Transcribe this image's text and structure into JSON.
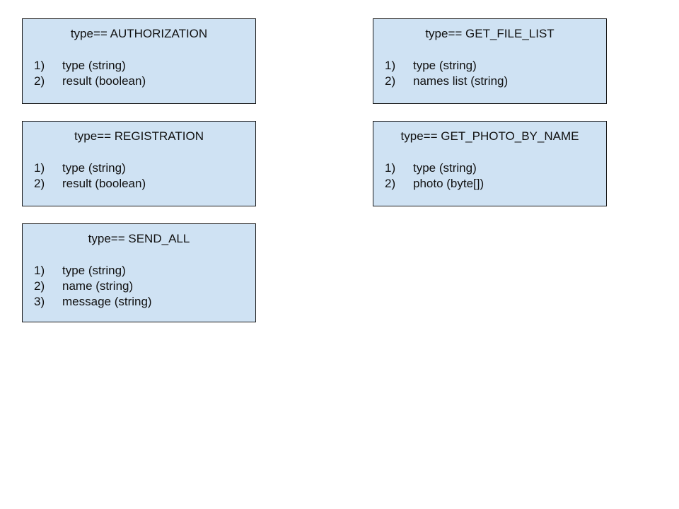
{
  "colors": {
    "box_fill": "#cfe2f3",
    "box_border": "#1a1a1a",
    "text": "#111111",
    "background": "#ffffff"
  },
  "boxes": [
    {
      "title": "type== AUTHORIZATION",
      "fields": [
        {
          "num": "1)",
          "text": "type (string)"
        },
        {
          "num": "2)",
          "text": "result (boolean)"
        }
      ]
    },
    {
      "title": "type== REGISTRATION",
      "fields": [
        {
          "num": "1)",
          "text": "type (string)"
        },
        {
          "num": "2)",
          "text": "result (boolean)"
        }
      ]
    },
    {
      "title": "type== SEND_ALL",
      "fields": [
        {
          "num": "1)",
          "text": "type (string)"
        },
        {
          "num": "2)",
          "text": "name (string)"
        },
        {
          "num": "3)",
          "text": "message (string)"
        }
      ]
    },
    {
      "title": "type== GET_FILE_LIST",
      "fields": [
        {
          "num": "1)",
          "text": "type (string)"
        },
        {
          "num": "2)",
          "text": "names list (string)"
        }
      ]
    },
    {
      "title": "type== GET_PHOTO_BY_NAME",
      "fields": [
        {
          "num": "1)",
          "text": "type (string)"
        },
        {
          "num": "2)",
          "text": "photo (byte[])"
        }
      ]
    }
  ]
}
